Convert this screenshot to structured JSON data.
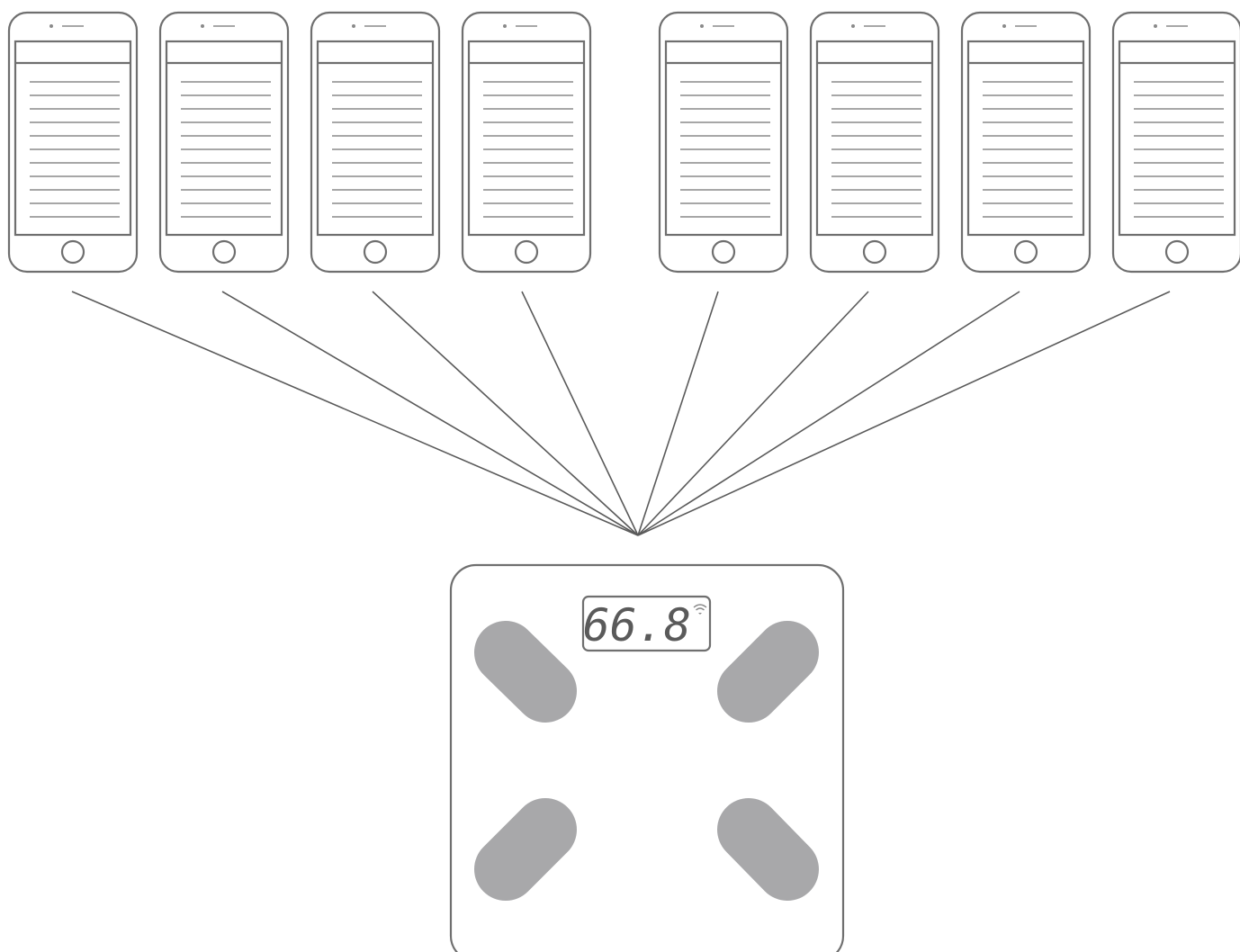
{
  "scale": {
    "display_value": "66.8",
    "electrode_color": "#a8a8aa",
    "wifi_icon": "wifi-icon"
  },
  "phones": [
    {
      "id": "phone-1",
      "icon": "smartphone-icon"
    },
    {
      "id": "phone-2",
      "icon": "smartphone-icon"
    },
    {
      "id": "phone-3",
      "icon": "smartphone-icon"
    },
    {
      "id": "phone-4",
      "icon": "smartphone-icon"
    },
    {
      "id": "phone-5",
      "icon": "smartphone-icon"
    },
    {
      "id": "phone-6",
      "icon": "smartphone-icon"
    },
    {
      "id": "phone-7",
      "icon": "smartphone-icon"
    },
    {
      "id": "phone-8",
      "icon": "smartphone-icon"
    }
  ],
  "colors": {
    "outline": "#6f6f6f",
    "connector": "#5a5a5a",
    "background": "#ffffff"
  }
}
